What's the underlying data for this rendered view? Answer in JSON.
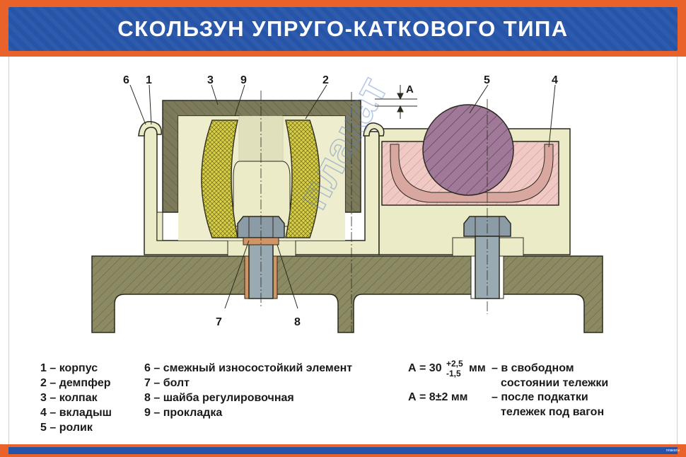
{
  "poster": {
    "title": "СКОЛЬЗУН УПРУГО-КАТКОВОГО ТИПА",
    "watermark": "плакат",
    "publisher_mark": "плакаты"
  },
  "callouts": [
    "6",
    "1",
    "3",
    "9",
    "2",
    "5",
    "4",
    "7",
    "8"
  ],
  "dimension_label": "А",
  "legend_left": [
    "1 – корпус",
    "2 – демпфер",
    "3 – колпак",
    "4 – вкладыш",
    "5 – ролик"
  ],
  "legend_mid": [
    "6 – смежный износостойкий элемент",
    "7 – болт",
    "8 – шайба регулировочная",
    "9 – прокладка"
  ],
  "dimensions": {
    "row1_prefix": "А = 30",
    "row1_tol_upper": "+2,5",
    "row1_tol_lower": "-1,5",
    "row1_unit": "мм",
    "row1_desc_1": "– в свободном",
    "row1_desc_2": "состоянии тележки",
    "row2_value": "А = 8±2 мм",
    "row2_desc_1": "– после подкатки",
    "row2_desc_2": "тележек под вагон"
  },
  "colors": {
    "frame_orange": "#e8622a",
    "title_blue": "#2554a8",
    "base_olive": "#8c8a62",
    "body_cream": "#ecebc8",
    "cap_olive": "#7c7a5a",
    "damper_yellow": "#d8cf48",
    "insert_pink": "#f0c8c4",
    "roller_purple": "#a07898",
    "bolt_gray": "#8c9ca6",
    "shim_orange": "#d09466",
    "watermark_blue": "#5a80c8"
  }
}
